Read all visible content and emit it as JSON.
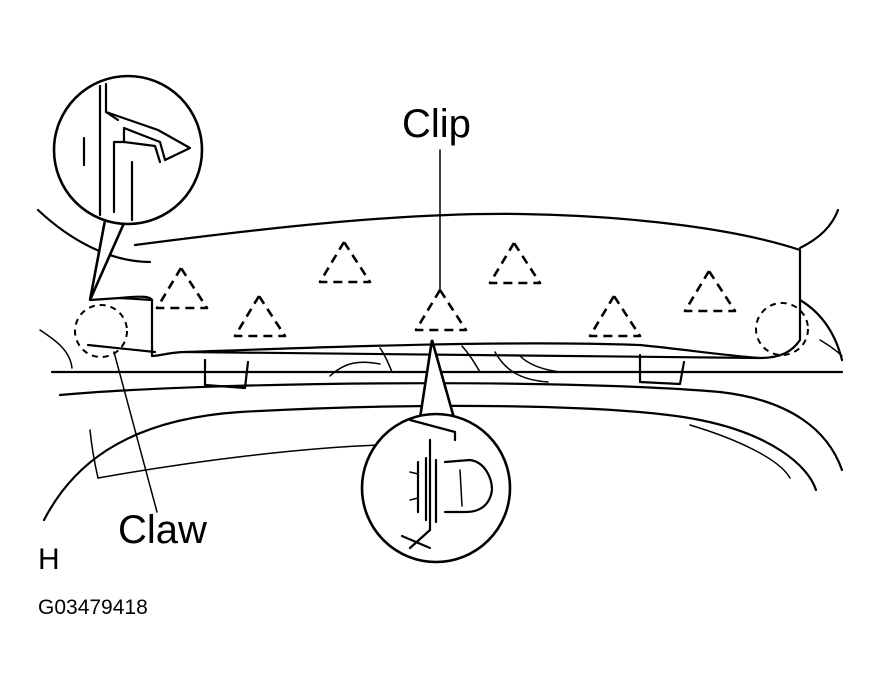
{
  "labels": {
    "clip": "Clip",
    "claw": "Claw",
    "view": "H",
    "code": "G03479418"
  },
  "colors": {
    "ink": "#000000",
    "paper": "#ffffff"
  }
}
